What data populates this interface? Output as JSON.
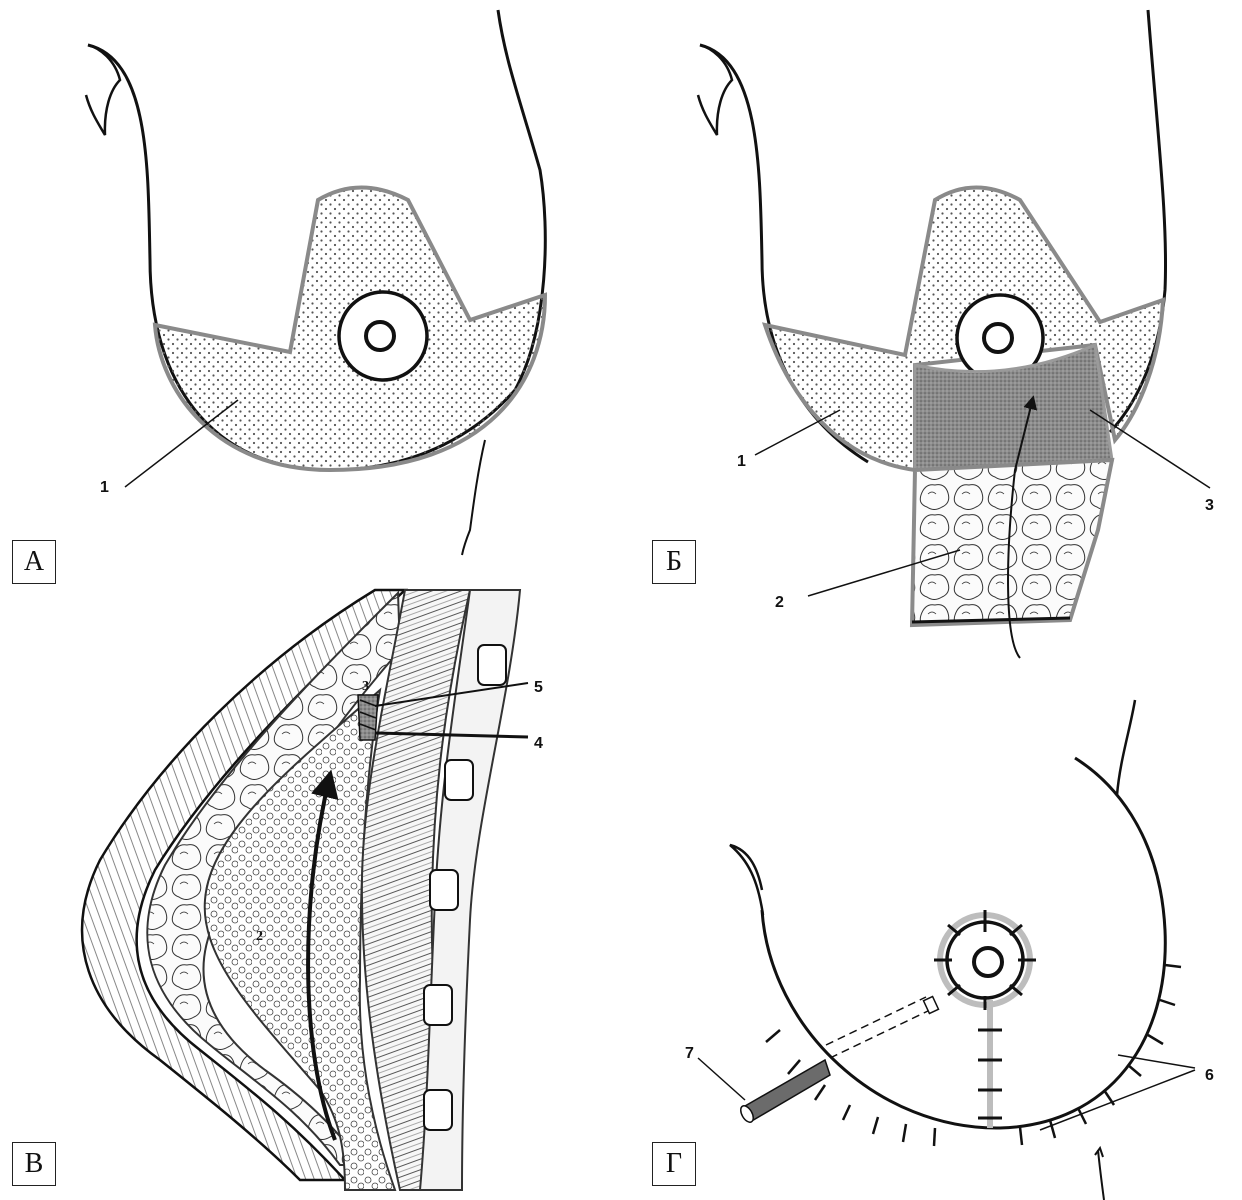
{
  "panels": {
    "a": {
      "letter": "А",
      "callouts": {
        "n1": "1"
      }
    },
    "b": {
      "letter": "Б",
      "callouts": {
        "n1": "1",
        "n2": "2",
        "n3": "3"
      }
    },
    "v": {
      "letter": "В",
      "callouts": {
        "n2": "2",
        "n3": "3",
        "n4": "4",
        "n5": "5"
      }
    },
    "g": {
      "letter": "Г",
      "callouts": {
        "n6": "6",
        "n7": "7"
      }
    }
  },
  "colors": {
    "line": "#111111",
    "outline_gray": "#8a8a8a",
    "fill_gray": "#7a7a7a",
    "drain": "#6b6b6b"
  }
}
